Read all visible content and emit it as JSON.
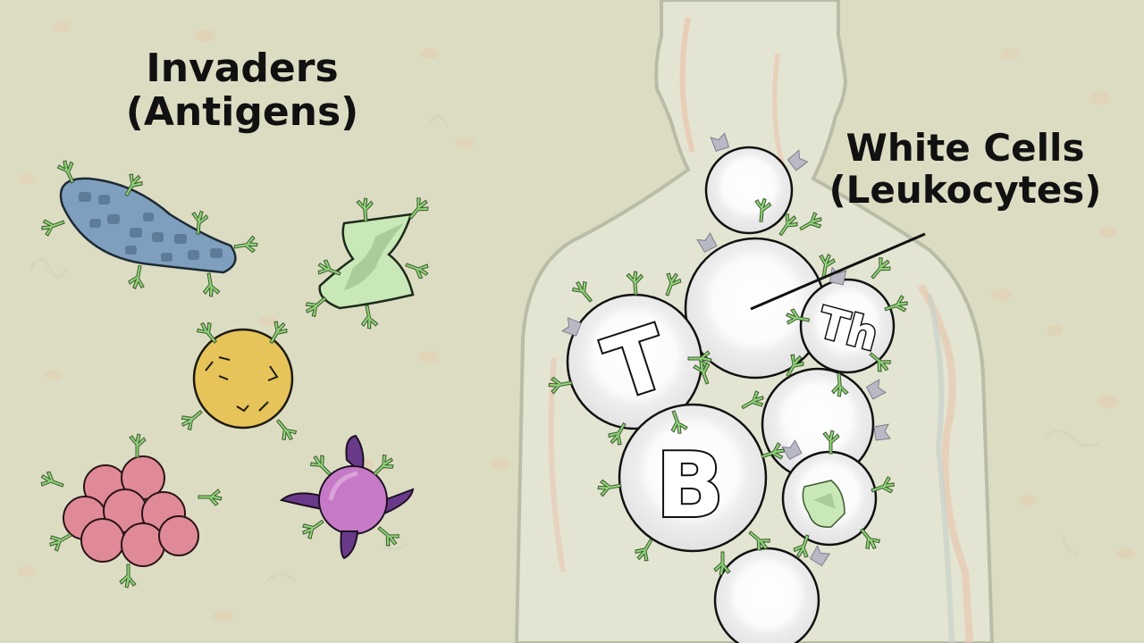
{
  "labels": {
    "invaders_line1": "Invaders",
    "invaders_line2": "(Antigens)",
    "white_line1": "White Cells",
    "white_line2": "(Leukocytes)"
  },
  "cell_letters": {
    "t_cell": "T",
    "b_cell": "B",
    "helper_t_cell": "Th"
  },
  "colors": {
    "background": "#dcdcc3",
    "body_silhouette": "#e4e5d3",
    "body_outline": "#b6b9a4",
    "antigen_green": "#8fd47a",
    "bacterium_blue": "#7f9fbf",
    "spore_yellow": "#e6c45a",
    "cluster_pink": "#e08a98",
    "virus_purple": "#c67ac6",
    "spike_purple": "#6a3a8a",
    "flake_green": "#c9e8b8",
    "leukocyte_white": "#f1f1f1",
    "receptor_gray": "#b9b9c6"
  },
  "invaders": [
    {
      "name": "rod-bacterium",
      "shape": "capsule",
      "color": "blue"
    },
    {
      "name": "flat-irregular",
      "shape": "zigzag-sheet",
      "color": "light-green"
    },
    {
      "name": "spiky-spore",
      "shape": "circle",
      "color": "yellow"
    },
    {
      "name": "cluster-cocci",
      "shape": "grape-cluster",
      "color": "pink"
    },
    {
      "name": "spiked-virus",
      "shape": "sphere-with-horns",
      "color": "purple"
    }
  ]
}
